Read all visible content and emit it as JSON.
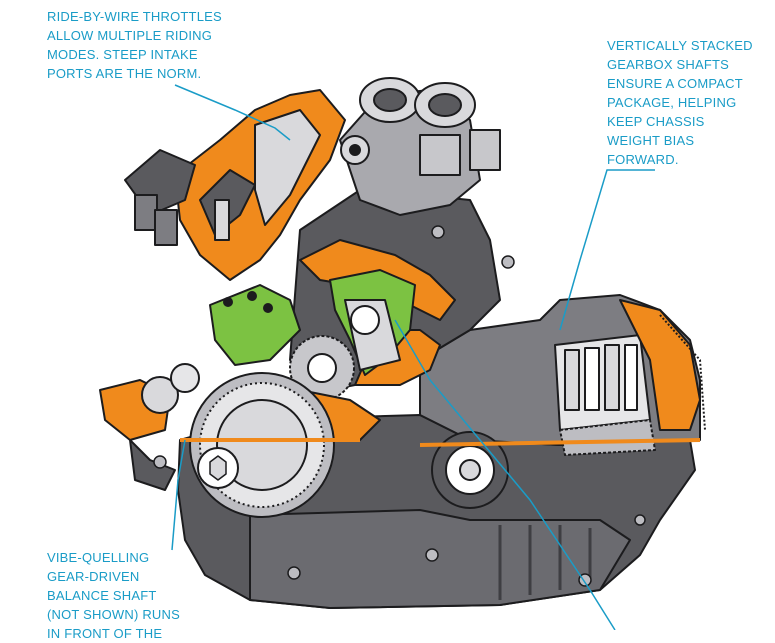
{
  "callouts": {
    "throttles": "RIDE-BY-WIRE THROTTLES\nALLOW MULTIPLE RIDING\nMODES. STEEP INTAKE\nPORTS ARE THE NORM.",
    "gearbox": "VERTICALLY STACKED\nGEARBOX SHAFTS\nENSURE A COMPACT\nPACKAGE, HELPING\nKEEP CHASSIS\nWEIGHT BIAS\nFORWARD.",
    "balance": "VIBE-QUELLING\nGEAR-DRIVEN\nBALANCE SHAFT\n(NOT SHOWN) RUNS\nIN FRONT OF THE"
  },
  "colors": {
    "callout_text": "#1a9cc7",
    "leader_line": "#1a9cc7",
    "orange_cutaway": "#f08a1c",
    "piston_green": "#7cc242",
    "casing_dark": "#5a5a5e",
    "casing_mid": "#7d7d82",
    "casing_light": "#a9a9ae",
    "metal_light": "#d9d9dc",
    "outline": "#1c1c1e"
  },
  "icons": {
    "illustration": "engine-cutaway-illustration"
  }
}
